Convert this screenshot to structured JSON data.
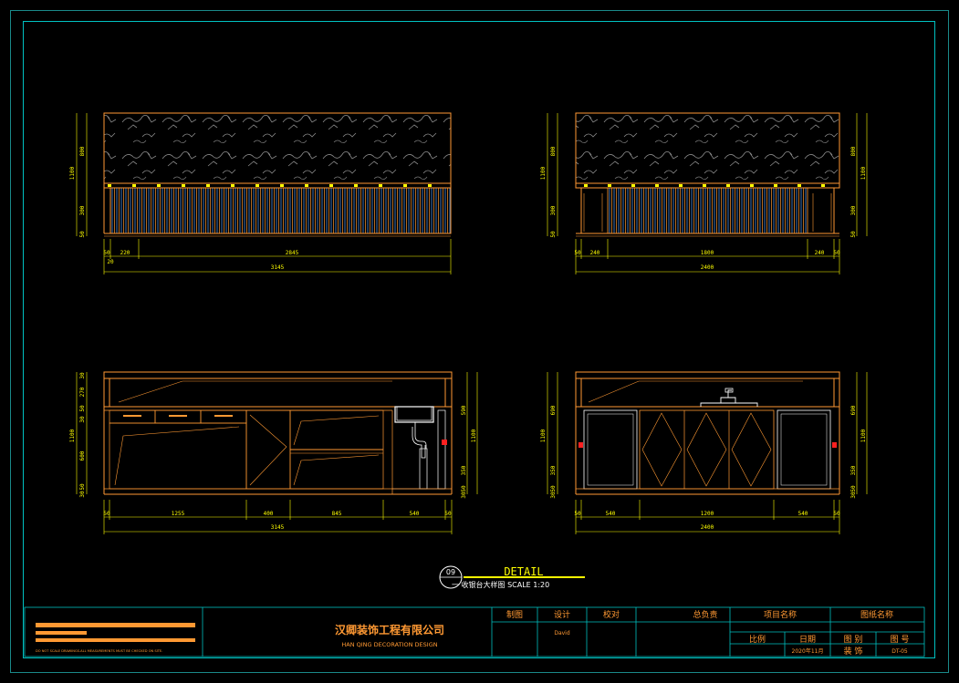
{
  "colors": {
    "frame_outer": "#1a8a8a",
    "frame_inner": "#00c0c0",
    "object": "#ff9933",
    "dimension": "#ffff00",
    "marble": "#8a8a8a",
    "panel_blue": "#3f7fd0"
  },
  "elevations": {
    "top_left": {
      "dims_v": [
        "1100",
        "800",
        "300",
        "50"
      ],
      "dims_h_top": [
        "50",
        "220",
        "2845"
      ],
      "dims_h_mid": "20",
      "dims_h_total": "3145"
    },
    "top_right": {
      "dims_v_left": [
        "1100",
        "800",
        "300",
        "50"
      ],
      "dims_v_right": [
        "800",
        "1100",
        "300",
        "50"
      ],
      "dims_h_top": [
        "50",
        "240",
        "1800",
        "240",
        "50"
      ],
      "dims_h_total": "2400"
    },
    "bottom_left": {
      "dims_v_left": [
        "30",
        "270",
        "50",
        "30",
        "1100",
        "600",
        "50",
        "30"
      ],
      "dims_v_right": [
        "590",
        "1100",
        "350",
        "50",
        "30"
      ],
      "dims_h": [
        "50",
        "1255",
        "400",
        "845",
        "540",
        "50"
      ],
      "dims_h_total": "3145"
    },
    "bottom_right": {
      "dims_v_left": [
        "1100",
        "690",
        "350",
        "50",
        "30"
      ],
      "dims_v_right": [
        "690",
        "1100",
        "350",
        "50",
        "30"
      ],
      "dims_h": [
        "50",
        "540",
        "1200",
        "540",
        "50"
      ],
      "dims_h_total": "2400"
    }
  },
  "detail": {
    "number": "09",
    "title": "DETAIL",
    "caption": "一  收银台大样图   SCALE 1:20"
  },
  "title_block": {
    "note": "DO NOT SCALE DRAWINGS.ALL MEASUREMENTS MUST BE CHECKED ON SITE.",
    "company_cn": "汉卿装饰工程有限公司",
    "company_en": "HAN QING DECORATION DESIGN",
    "headers": [
      "制图",
      "设计",
      "校对",
      "总负责",
      "项目名称",
      "图纸名称"
    ],
    "designer": "David",
    "labels2": [
      "比例",
      "日期",
      "图 别",
      "图 号"
    ],
    "date": "2020年11月",
    "category": "装 饰",
    "drawing_no": "DT-05"
  }
}
